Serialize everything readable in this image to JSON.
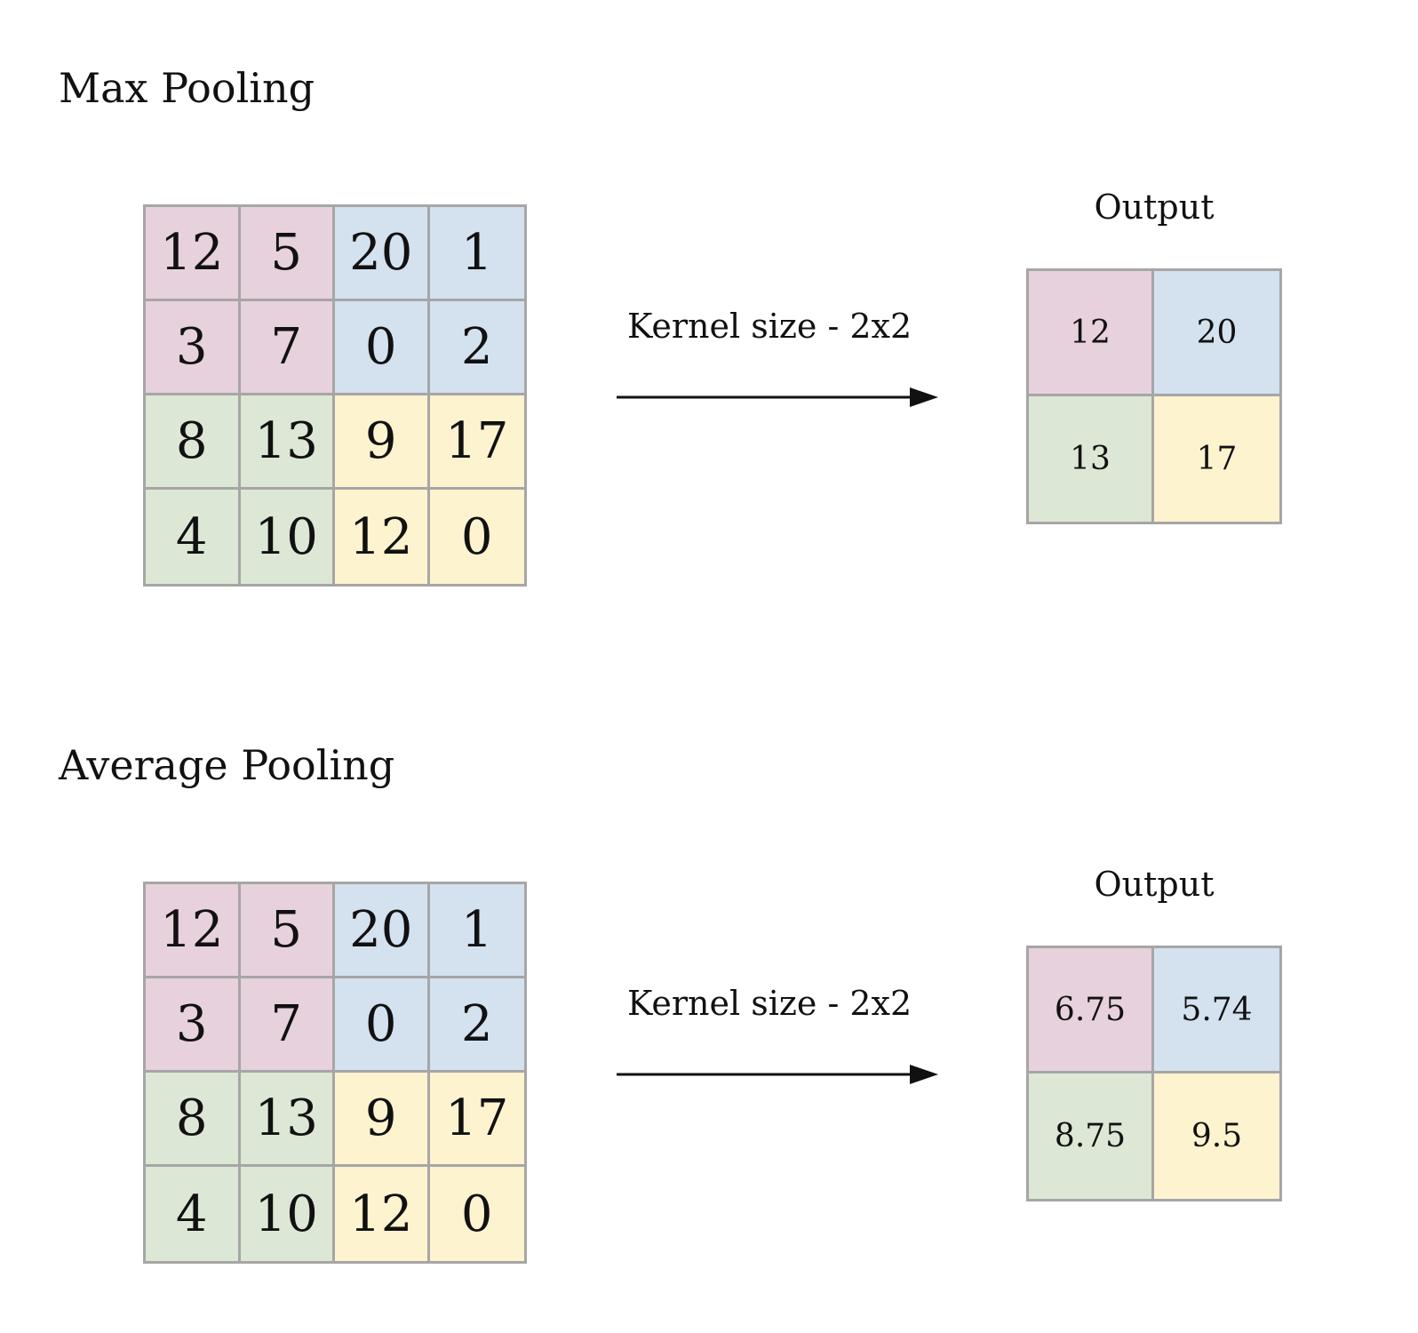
{
  "sections": [
    {
      "title": "Max Pooling",
      "kernel_label": "Kernel size - 2x2",
      "output_label": "Output",
      "input": [
        [
          12,
          5,
          20,
          1
        ],
        [
          3,
          7,
          0,
          2
        ],
        [
          8,
          13,
          9,
          17
        ],
        [
          4,
          10,
          12,
          0
        ]
      ],
      "output": [
        [
          12,
          20
        ],
        [
          13,
          17
        ]
      ]
    },
    {
      "title": "Average Pooling",
      "kernel_label": "Kernel size - 2x2",
      "output_label": "Output",
      "input": [
        [
          12,
          5,
          20,
          1
        ],
        [
          3,
          7,
          0,
          2
        ],
        [
          8,
          13,
          9,
          17
        ],
        [
          4,
          10,
          12,
          0
        ]
      ],
      "output": [
        [
          6.75,
          5.74
        ],
        [
          8.75,
          9.5
        ]
      ]
    }
  ],
  "quadrant_colors": {
    "top_left": "#e6d1dc",
    "top_right": "#d4e1ef",
    "bottom_left": "#dce7d5",
    "bottom_right": "#fdf3cf"
  }
}
